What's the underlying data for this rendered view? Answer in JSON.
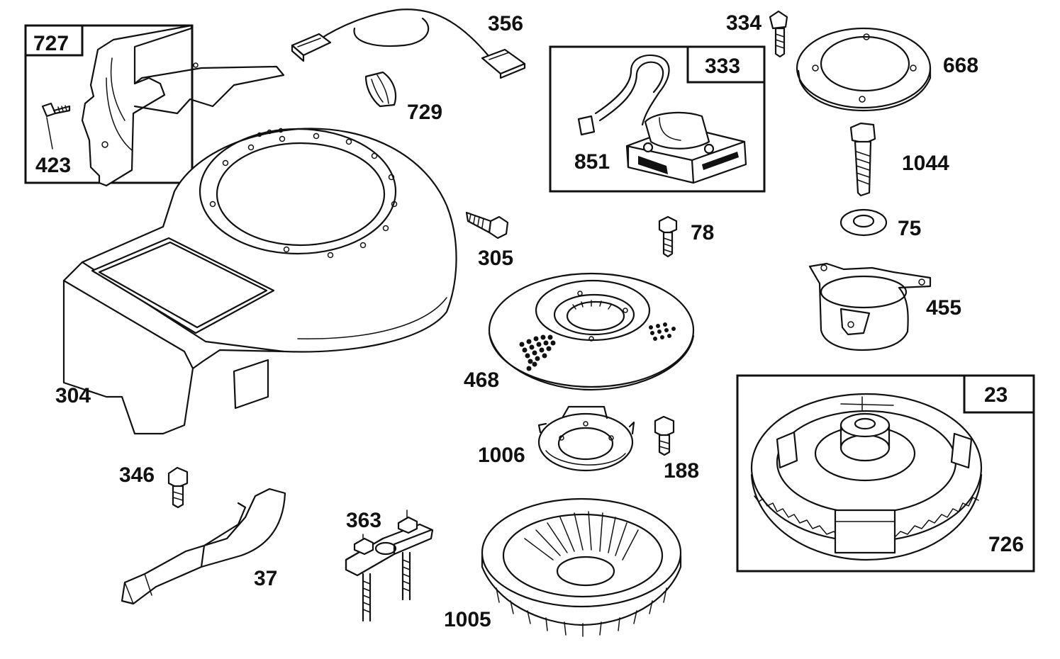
{
  "parts": {
    "p727": "727",
    "p423": "423",
    "p356": "356",
    "p729": "729",
    "p333": "333",
    "p851": "851",
    "p334": "334",
    "p668": "668",
    "p1044": "1044",
    "p75": "75",
    "p455": "455",
    "p78": "78",
    "p305": "305",
    "p468": "468",
    "p304": "304",
    "p1006": "1006",
    "p188": "188",
    "p23": "23",
    "p726": "726",
    "p346": "346",
    "p37": "37",
    "p363": "363",
    "p1005": "1005"
  }
}
